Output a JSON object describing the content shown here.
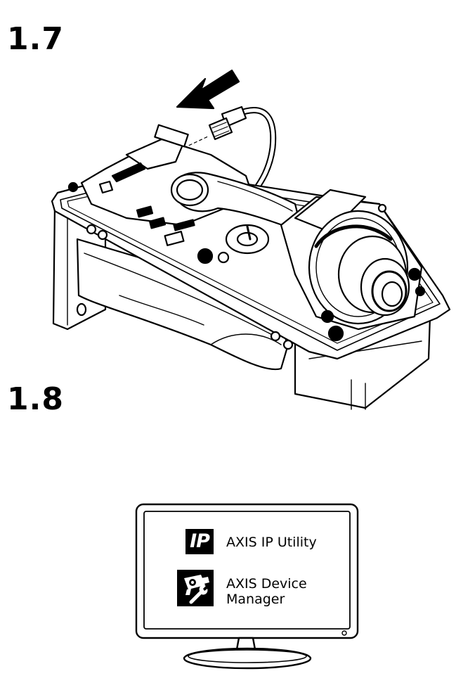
{
  "steps": [
    {
      "number": "1.7"
    },
    {
      "number": "1.8"
    }
  ],
  "monitor": {
    "apps": [
      {
        "icon": "axis-ip-utility-icon",
        "icon_text": "IP",
        "label": "AXIS IP Utility"
      },
      {
        "icon": "axis-device-manager-icon",
        "label": "AXIS Device Manager"
      }
    ]
  },
  "colors": {
    "ink": "#000000",
    "paper": "#ffffff"
  }
}
